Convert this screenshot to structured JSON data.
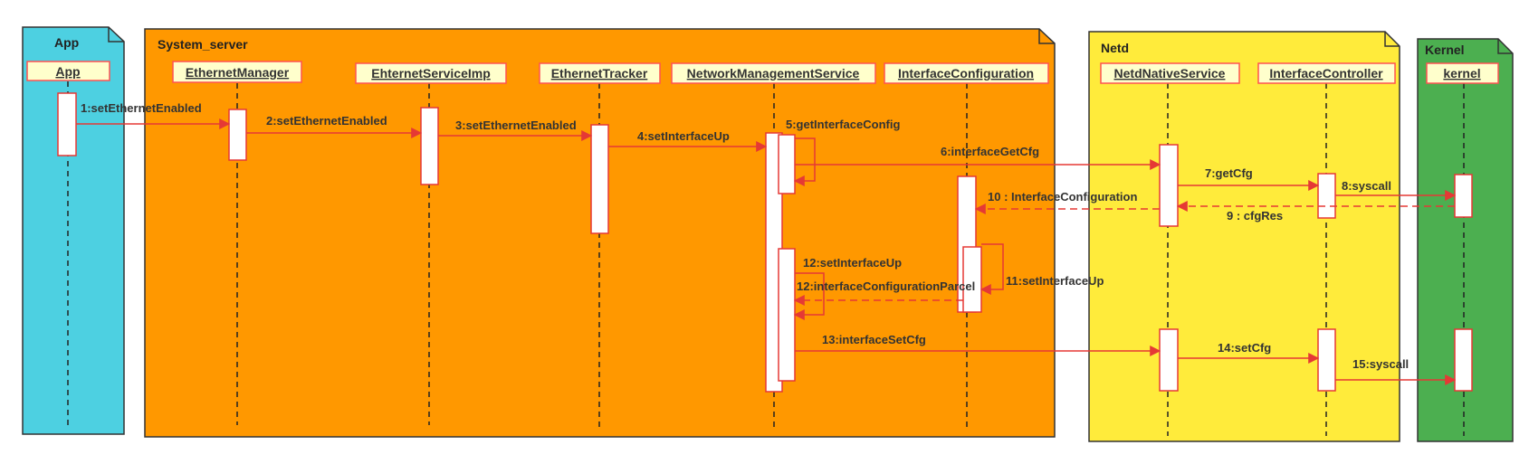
{
  "colors": {
    "app_bg": "#4dd0e1",
    "server_bg": "#ff9800",
    "netd_bg": "#ffeb3b",
    "kernel_bg": "#4caf50",
    "head_bg": "#ffffcc",
    "head_border": "#ff5252",
    "arrow": "#e53935",
    "activation_fill": "#ffffff",
    "activation_border": "#e53935"
  },
  "groups": [
    {
      "id": "app",
      "title": "App"
    },
    {
      "id": "server",
      "title": "System_server"
    },
    {
      "id": "netd",
      "title": "Netd"
    },
    {
      "id": "kernel",
      "title": "Kernel"
    }
  ],
  "participants": [
    {
      "id": "app",
      "label": "App"
    },
    {
      "id": "em",
      "label": "EthernetManager"
    },
    {
      "id": "esi",
      "label": "EhternetServiceImp"
    },
    {
      "id": "et",
      "label": "EthernetTracker"
    },
    {
      "id": "nms",
      "label": "NetworkManagementService"
    },
    {
      "id": "ic",
      "label": "InterfaceConfiguration"
    },
    {
      "id": "nns",
      "label": "NetdNativeService"
    },
    {
      "id": "ictl",
      "label": "InterfaceController"
    },
    {
      "id": "kernel",
      "label": "kernel"
    }
  ],
  "messages": [
    {
      "label": "1:setEthernetEnabled",
      "from": "app",
      "to": "em",
      "kind": "call"
    },
    {
      "label": "2:setEthernetEnabled",
      "from": "em",
      "to": "esi",
      "kind": "call"
    },
    {
      "label": "3:setEthernetEnabled",
      "from": "esi",
      "to": "et",
      "kind": "call"
    },
    {
      "label": "4:setInterfaceUp",
      "from": "et",
      "to": "nms",
      "kind": "call"
    },
    {
      "label": "5:getInterfaceConfig",
      "from": "nms",
      "to": "nms",
      "kind": "self"
    },
    {
      "label": "6:interfaceGetCfg",
      "from": "nms",
      "to": "nns",
      "kind": "call"
    },
    {
      "label": "7:getCfg",
      "from": "nns",
      "to": "ictl",
      "kind": "call"
    },
    {
      "label": "8:syscall",
      "from": "ictl",
      "to": "kernel",
      "kind": "call"
    },
    {
      "label": "9 : cfgRes",
      "from": "kernel",
      "to": "nns",
      "kind": "return"
    },
    {
      "label": "10 : InterfaceConfiguration",
      "from": "nns",
      "to": "ic",
      "kind": "return"
    },
    {
      "label": "11:setInterfaceUp",
      "from": "ic",
      "to": "ic",
      "kind": "self"
    },
    {
      "label": "12:setInterfaceUp",
      "from": "nms",
      "to": "nms",
      "kind": "self"
    },
    {
      "label": "12:interfaceConfigurationParcel",
      "from": "ic",
      "to": "nms",
      "kind": "return"
    },
    {
      "label": "13:interfaceSetCfg",
      "from": "nms",
      "to": "nns",
      "kind": "call"
    },
    {
      "label": "14:setCfg",
      "from": "nns",
      "to": "ictl",
      "kind": "call"
    },
    {
      "label": "15:syscall",
      "from": "ictl",
      "to": "kernel",
      "kind": "call"
    }
  ]
}
